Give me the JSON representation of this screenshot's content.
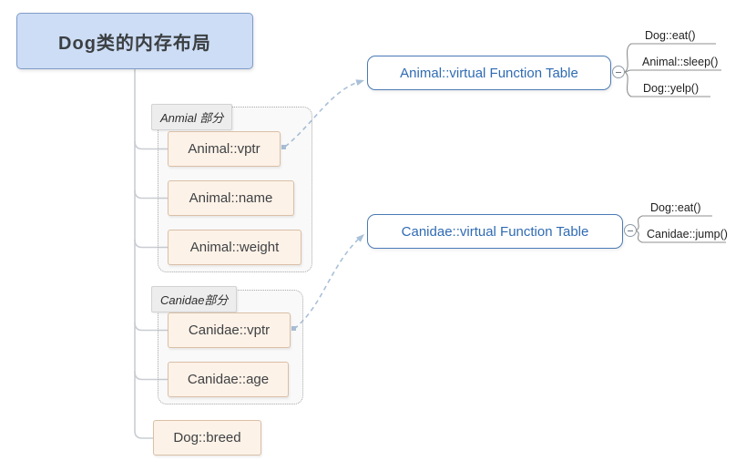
{
  "root": {
    "title": "Dog类的内存布局"
  },
  "groups": [
    {
      "label": "Anmial 部分",
      "items": [
        {
          "label": "Animal::vptr"
        },
        {
          "label": "Animal::name"
        },
        {
          "label": "Animal::weight"
        }
      ]
    },
    {
      "label": "Canidae部分",
      "items": [
        {
          "label": "Canidae::vptr"
        },
        {
          "label": "Canidae::age"
        }
      ]
    }
  ],
  "leaf": {
    "label": "Dog::breed"
  },
  "vtables": [
    {
      "title": "Animal::virtual Function Table",
      "functions": [
        {
          "label": "Dog::eat()"
        },
        {
          "label": "Animal::sleep()"
        },
        {
          "label": "Dog::yelp()"
        }
      ]
    },
    {
      "title": "Canidae::virtual Function Table",
      "functions": [
        {
          "label": "Dog::eat()"
        },
        {
          "label": "Canidae::jump()"
        }
      ]
    }
  ],
  "colors": {
    "root_bg": "#cdddf5",
    "root_border": "#7e9cc9",
    "item_bg": "#fdf2e7",
    "item_border": "#d9bfa7",
    "table_border": "#4a7ab5",
    "table_text": "#2f6bb3",
    "connector": "#c9cdd2",
    "relationship": "#a9c0d8"
  }
}
